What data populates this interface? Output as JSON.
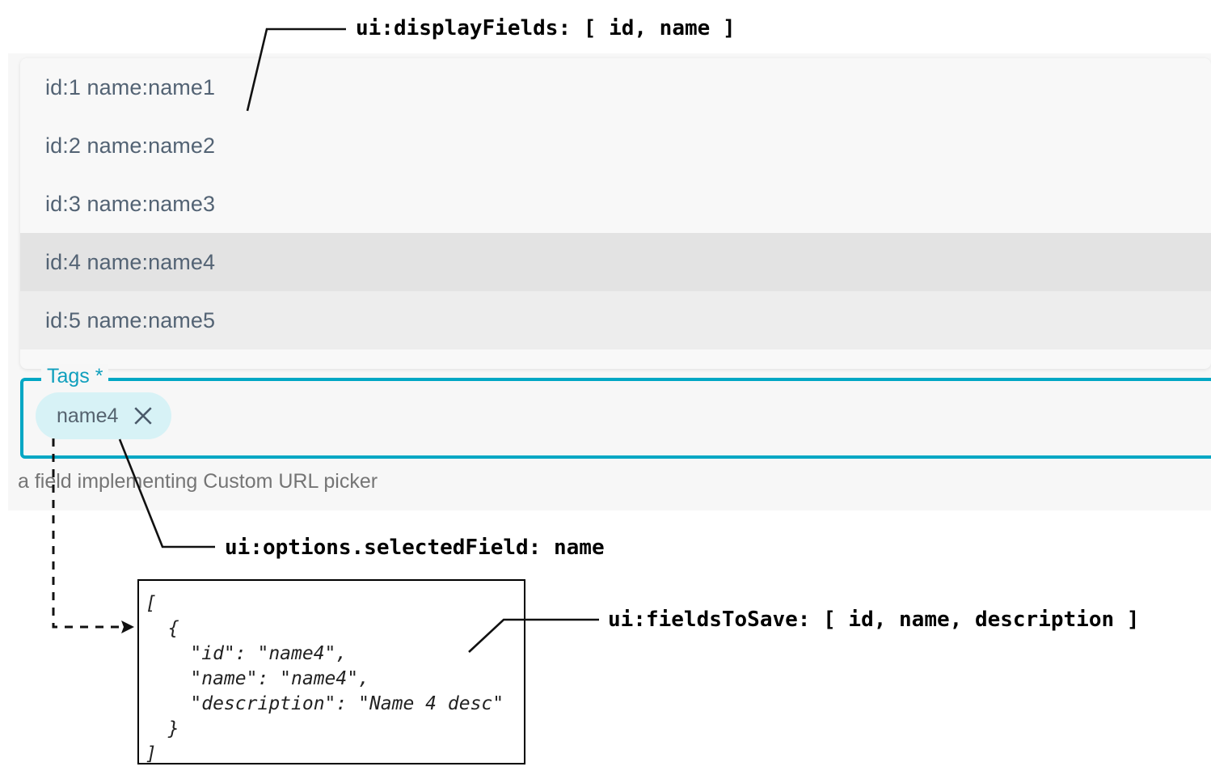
{
  "picker": {
    "options": [
      {
        "label": "id:1 name:name1",
        "state": "normal"
      },
      {
        "label": "id:2 name:name2",
        "state": "normal"
      },
      {
        "label": "id:3 name:name3",
        "state": "normal"
      },
      {
        "label": "id:4 name:name4",
        "state": "selected"
      },
      {
        "label": "id:5 name:name5",
        "state": "alt"
      }
    ]
  },
  "tags_field": {
    "legend": "Tags *",
    "chip_label": "name4",
    "chip_close_icon": "close-icon",
    "helper_text": "a field implementing Custom URL picker",
    "accent_color": "#00a7c4",
    "chip_bg_color": "#d7f2f6"
  },
  "annotations": {
    "display_fields": "ui:displayFields: [ id, name ]",
    "selected_field": "ui:options.selectedField: name",
    "fields_to_save": "ui:fieldsToSave: [ id, name, description ]"
  },
  "json_box": {
    "code": "[\n  {\n    \"id\": \"name4\",\n    \"name\": \"name4\",\n    \"description\": \"Name 4 desc\"\n  }\n]"
  }
}
